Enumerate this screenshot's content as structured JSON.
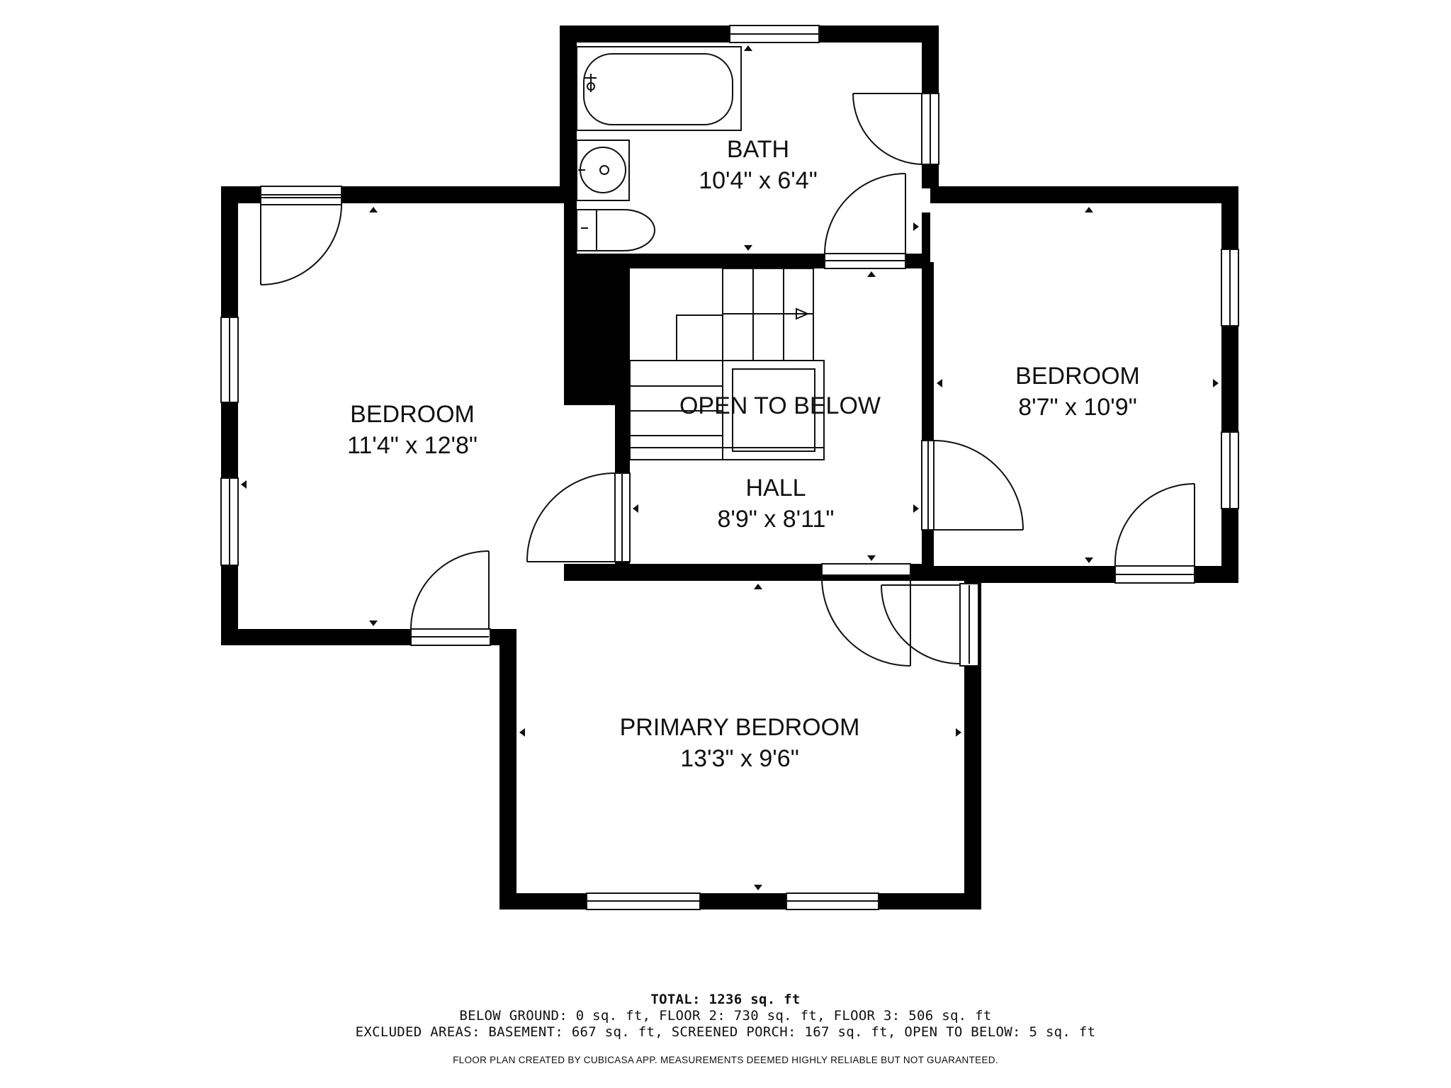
{
  "rooms": {
    "bath": {
      "name": "BATH",
      "dims": "10'4\" x 6'4\""
    },
    "bedroom_left": {
      "name": "BEDROOM",
      "dims": "11'4\" x 12'8\""
    },
    "bedroom_right": {
      "name": "BEDROOM",
      "dims": "8'7\" x 10'9\""
    },
    "open_to_below": {
      "name": "OPEN TO BELOW"
    },
    "hall": {
      "name": "HALL",
      "dims": "8'9\" x 8'11\""
    },
    "primary_bedroom": {
      "name": "PRIMARY BEDROOM",
      "dims": "13'3\" x 9'6\""
    }
  },
  "footer": {
    "total": "TOTAL: 1236 sq. ft",
    "line1": "BELOW GROUND: 0 sq. ft, FLOOR 2: 730 sq. ft, FLOOR 3: 506 sq. ft",
    "line2": "EXCLUDED AREAS: BASEMENT: 667 sq. ft, SCREENED PORCH: 167 sq. ft, OPEN TO BELOW: 5 sq. ft",
    "credit": "FLOOR PLAN CREATED BY CUBICASA APP. MEASUREMENTS DEEMED HIGHLY RELIABLE BUT NOT GUARANTEED."
  },
  "colors": {
    "wall": "#000000",
    "line": "#111111",
    "background": "#ffffff"
  }
}
